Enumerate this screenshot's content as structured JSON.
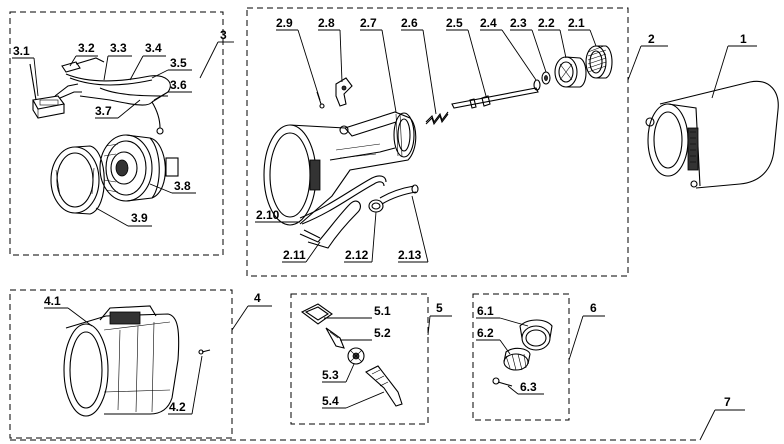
{
  "groups": [
    {
      "id": "1",
      "label": "1"
    },
    {
      "id": "2",
      "label": "2"
    },
    {
      "id": "3",
      "label": "3"
    },
    {
      "id": "4",
      "label": "4"
    },
    {
      "id": "5",
      "label": "5"
    },
    {
      "id": "6",
      "label": "6"
    },
    {
      "id": "7",
      "label": "7"
    }
  ],
  "parts": {
    "p2_1": "2.1",
    "p2_2": "2.2",
    "p2_3": "2.3",
    "p2_4": "2.4",
    "p2_5": "2.5",
    "p2_6": "2.6",
    "p2_7": "2.7",
    "p2_8": "2.8",
    "p2_9": "2.9",
    "p2_10": "2.10",
    "p2_11": "2.11",
    "p2_12": "2.12",
    "p2_13": "2.13",
    "p3_1": "3.1",
    "p3_2": "3.2",
    "p3_3": "3.3",
    "p3_4": "3.4",
    "p3_5": "3.5",
    "p3_6": "3.6",
    "p3_7": "3.7",
    "p3_8": "3.8",
    "p3_9": "3.9",
    "p4_1": "4.1",
    "p4_2": "4.2",
    "p5_1": "5.1",
    "p5_2": "5.2",
    "p5_3": "5.3",
    "p5_4": "5.4",
    "p6_1": "6.1",
    "p6_2": "6.2",
    "p6_3": "6.3"
  }
}
